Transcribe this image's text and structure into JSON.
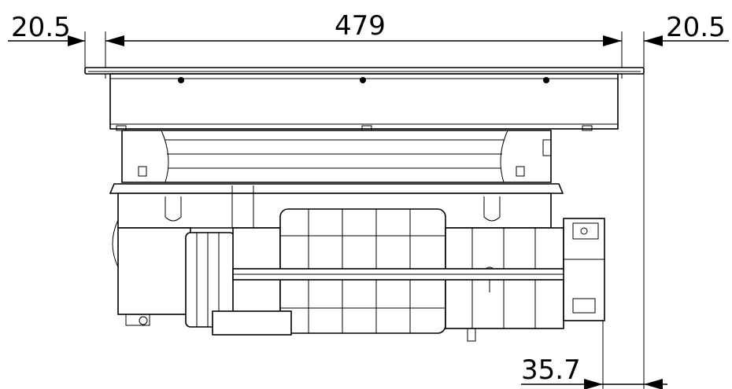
{
  "dimensions": {
    "left_flange": "20.5",
    "overall_width": "479",
    "right_flange": "20.5",
    "offset": "35.7"
  },
  "colors": {
    "line": "#000000",
    "background": "#ffffff"
  }
}
